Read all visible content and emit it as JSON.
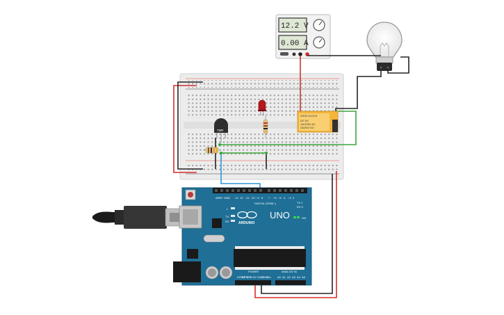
{
  "power_supply": {
    "voltage_display": "12.2 V",
    "current_display": "0.00 A"
  },
  "relay": {
    "model": "KS2E-M-DC5",
    "line1": "DC 5V",
    "line2": "1A/125V AC",
    "line3": "2A/30V DC"
  },
  "sensor": {
    "label": "TMP"
  },
  "arduino": {
    "brand": "ARDUINO",
    "model": "UNO",
    "digital_header": "DIGITAL (PWM~)",
    "power_header": "POWER",
    "analog_header": "ANALOG IN",
    "on_label": "ON",
    "led_l": "L",
    "led_tx": "TX",
    "led_rx": "RX",
    "aref": "AREF",
    "gnd_top": "GND",
    "digital_pins": [
      "13",
      "12",
      "~11",
      "~10",
      "~9",
      "8",
      "7",
      "~6",
      "~5",
      "4",
      "~3",
      "2",
      "TX 1",
      "RX 0"
    ],
    "power_pins": [
      "IOREF",
      "RESET",
      "3.3V",
      "5V",
      "GND",
      "GND",
      "Vin"
    ],
    "analog_pins": [
      "A0",
      "A1",
      "A2",
      "A3",
      "A4",
      "A5"
    ]
  },
  "colors": {
    "board_blue": "#1f6f97",
    "wire_red": "#d62d2d",
    "wire_black": "#222222",
    "wire_green": "#3aa63a",
    "wire_blue": "#2b97d9",
    "wire_red_psu": "#c0392b",
    "relay_yellow": "#f5b53a",
    "led_red": "#b3181d"
  }
}
